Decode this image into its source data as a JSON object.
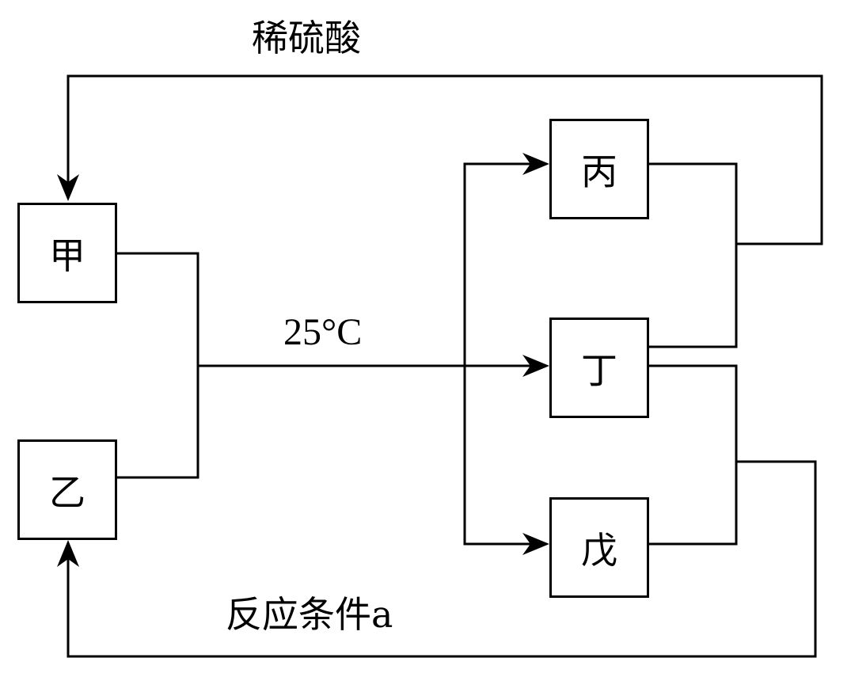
{
  "labels": {
    "top": "稀硫酸",
    "temperature": "25°C",
    "bottom": "反应条件a"
  },
  "boxes": {
    "jia": "甲",
    "yi": "乙",
    "bing": "丙",
    "ding": "丁",
    "wu": "戊"
  }
}
